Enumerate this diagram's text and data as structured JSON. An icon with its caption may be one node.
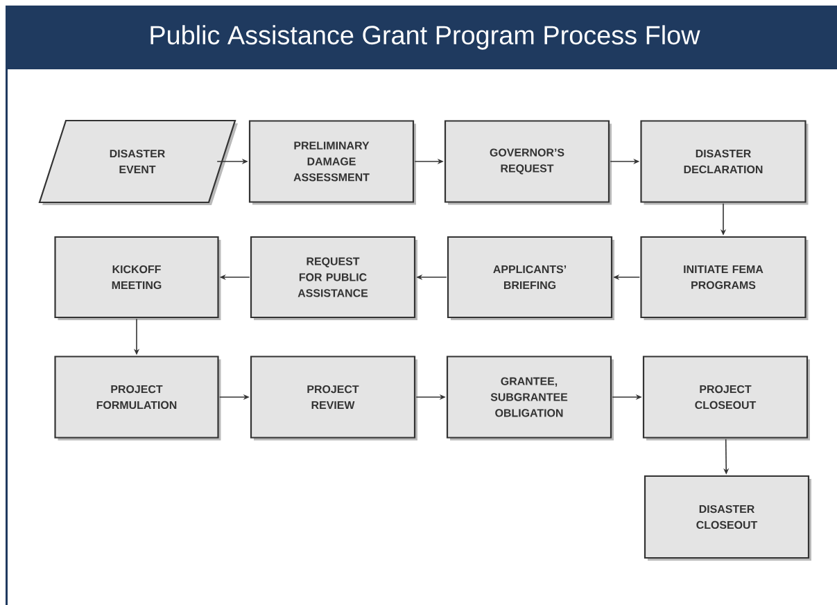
{
  "diagram": {
    "title": "Public Assistance Grant Program Process Flow",
    "nodes": [
      {
        "text": [
          "DISASTER EVENT"
        ]
      },
      {
        "text": [
          "PRELIMINARY DAMAGE ASSESSMENT"
        ]
      },
      {
        "text": [
          "GOVERNOR’S REQUEST"
        ]
      },
      {
        "text": [
          "DISASTER DECLARATION"
        ]
      },
      {
        "text": [
          "KICKOFF MEETING"
        ]
      },
      {
        "text": [
          "REQUEST FOR PUBLIC ASSISTANCE"
        ]
      },
      {
        "text": [
          "APPLICANTS’ BRIEFING"
        ]
      },
      {
        "text": [
          "INITIATE FEMA PROGRAMS"
        ]
      },
      {
        "text": [
          "PROJECT FORMULATION"
        ]
      },
      {
        "text": [
          "PROJECT REVIEW"
        ]
      },
      {
        "text": [
          "GRANTEE, SUBGRANTEE OBLIGATION"
        ]
      },
      {
        "text": [
          "PROJECT CLOSEOUT"
        ]
      },
      {
        "text": [
          "DISASTER CLOSEOUT"
        ]
      }
    ],
    "edges": [
      {
        "from": 0,
        "to": 1,
        "arrow": "to"
      },
      {
        "from": 1,
        "to": 2,
        "arrow": "to"
      },
      {
        "from": 2,
        "to": 3,
        "arrow": "to"
      },
      {
        "from": 3,
        "to": 7,
        "arrow": "to"
      },
      {
        "from": 7,
        "to": 6,
        "arrow": "to"
      },
      {
        "from": 6,
        "to": 5,
        "arrow": "to"
      },
      {
        "from": 5,
        "to": 4,
        "arrow": "to"
      },
      {
        "from": 4,
        "to": 8,
        "arrow": "to"
      },
      {
        "from": 8,
        "to": 9,
        "arrow": "to"
      },
      {
        "from": 9,
        "to": 10,
        "arrow": "to"
      },
      {
        "from": 10,
        "to": 11,
        "arrow": "to"
      },
      {
        "from": 11,
        "to": 12,
        "arrow": "to"
      }
    ]
  }
}
